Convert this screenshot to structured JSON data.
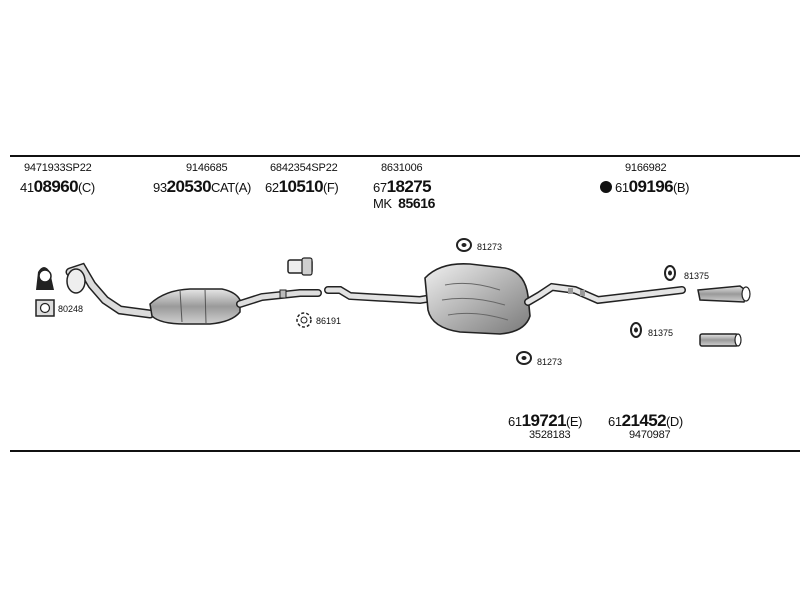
{
  "top_labels": {
    "gasket": {
      "ref": "9471933SP22",
      "prefix": "41",
      "num": "08960",
      "suffix": "(C)"
    },
    "cat": {
      "ref": "9146685",
      "prefix": "93",
      "num": "20530",
      "suffix": "CAT(A)"
    },
    "pipe_f": {
      "ref": "6842354SP22",
      "prefix": "62",
      "num": "10510",
      "suffix": "(F)"
    },
    "mid": {
      "ref": "8631006",
      "prefix": "67",
      "num": "18275",
      "mk_label": "MK",
      "mk_num": "85616"
    },
    "rear_b": {
      "ref": "9166982",
      "prefix": "61",
      "num": "09196",
      "suffix": "(B)"
    }
  },
  "bottom_labels": {
    "e": {
      "prefix": "61",
      "num": "19721",
      "suffix": "(E)",
      "ref": "3528183"
    },
    "d": {
      "prefix": "61",
      "num": "21452",
      "suffix": "(D)",
      "ref": "9470987"
    }
  },
  "hardware": {
    "h80248": "80248",
    "h86191": "86191",
    "h81273_top": "81273",
    "h81273_bottom": "81273",
    "h81375_top": "81375",
    "h81375_bottom": "81375"
  }
}
